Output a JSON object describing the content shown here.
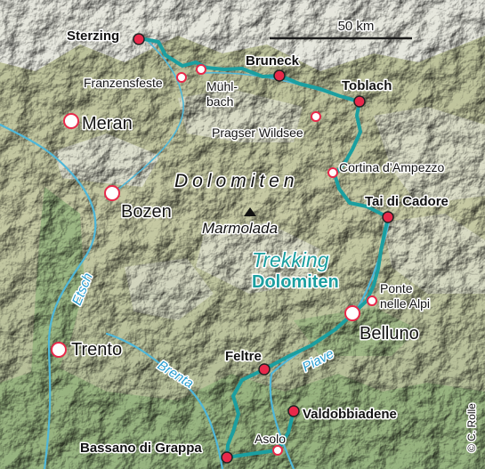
{
  "map": {
    "region_label": "Dolomiten",
    "mountain_label": "Marmolada",
    "trek_title": {
      "line1": "Trekking",
      "line2": "Dolomiten"
    },
    "copyright": "© C. Rolle",
    "scale_label": "50 km",
    "rivers": {
      "etsch": "Etsch",
      "brenta": "Brenta",
      "piave": "Piave"
    },
    "places": {
      "sterzing": "Sterzing",
      "franzensfeste": "Franzensfeste",
      "muehlbach_1": "Mühl-",
      "muehlbach_2": "bach",
      "bruneck": "Bruneck",
      "toblach": "Toblach",
      "pragser_wildsee": "Pragser Wildsee",
      "meran": "Meran",
      "cortina": "Cortina d’Ampezzo",
      "bozen": "Bozen",
      "tai_di_cadore": "Tai di Cadore",
      "ponte_1": "Ponte",
      "ponte_2": "nelle Alpi",
      "belluno": "Belluno",
      "trento": "Trento",
      "feltre": "Feltre",
      "valdobbiadene": "Valdobbiadene",
      "asolo": "Asolo",
      "bassano": "Bassano di Grappa"
    },
    "colors": {
      "route": "#1b9fa0",
      "stop_marker": "#e8294a",
      "town_marker": "#e8294a",
      "river": "#4fb7d9",
      "trek_title": "#1b9fa0"
    }
  }
}
